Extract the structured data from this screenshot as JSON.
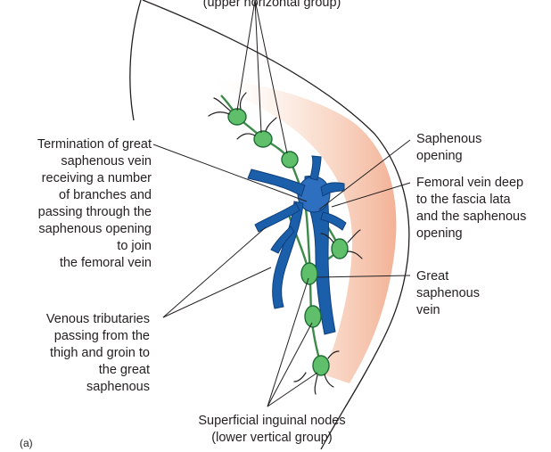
{
  "labels": {
    "upper_group": [
      "(upper horizontal group)"
    ],
    "termination": [
      "Termination of great",
      "saphenous vein",
      "receiving a number",
      "of branches and",
      "passing through the",
      "saphenous opening",
      "to join",
      "the femoral vein"
    ],
    "tributaries": [
      "Venous tributaries",
      "passing from the",
      "thigh and groin to",
      "the great",
      "saphenous"
    ],
    "saphenous_opening": [
      "Saphenous",
      "opening"
    ],
    "femoral_vein": [
      "Femoral vein deep",
      "to the fascia lata",
      "and the saphenous",
      "opening"
    ],
    "great_saphenous": [
      "Great",
      "saphenous",
      "vein"
    ],
    "lower_group": [
      "Superficial inguinal nodes",
      "(lower vertical group)"
    ],
    "panel": "(a)"
  },
  "colors": {
    "vein": "#1b5fab",
    "vein_dark": "#0e3f7a",
    "node": "#5fbf6a",
    "node_outline": "#1f6b35",
    "lymph_vessel": "#3d8a4a",
    "skin_tint": "#f4b99a",
    "outline": "#231f20"
  }
}
